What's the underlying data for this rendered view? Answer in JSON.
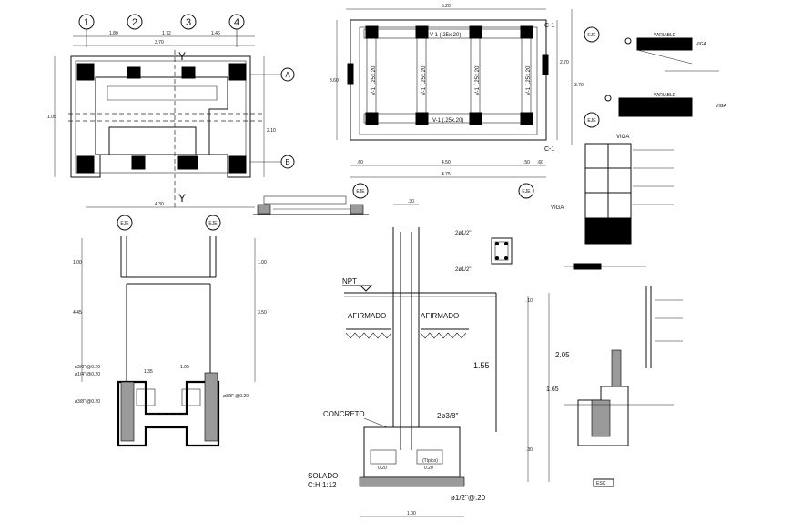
{
  "plan": {
    "axes": [
      "1",
      "2",
      "3",
      "4"
    ],
    "axis_letters": [
      "A",
      "B"
    ],
    "top_dims": [
      "1.80",
      "1.72",
      "1.46"
    ],
    "overall_dim": "3.70",
    "bottom_dim": "4.30",
    "side_dims": [
      "1.05",
      "2.10"
    ],
    "section_mark": "Y"
  },
  "frame": {
    "top_dim": "5.20",
    "right_dims": [
      "2.70",
      "3.70"
    ],
    "bottom_dims": [
      ".60",
      "4.50",
      ".50",
      ".60"
    ],
    "overall_bottom": "4.75",
    "left_dim": "3.60",
    "beam_labels": [
      "V-1 (.25x.20)",
      "V-1 (.25x.20)",
      "V-1 (.25x.20)",
      "V-1 (.25x.20)",
      "V-1 (.25x.20)",
      "V-1 (.25x.20)"
    ],
    "column_label": "C-1",
    "eje_labels": [
      "EJE",
      "EJE",
      "EJE",
      "EJE"
    ]
  },
  "details": {
    "variable_label_1": "VARIABLE",
    "variable_label_2": "VARIABLE",
    "viga_label_1": "VIGA",
    "viga_label_2": "VIGA",
    "viga_label_3": "VIGA",
    "viga_label_4": "VIGA"
  },
  "foundation_section": {
    "npt": "NPT",
    "afirmado_left": "AFIRMADO",
    "afirmado_right": "AFIRMADO",
    "concreto": "CONCRETO",
    "solado": "SOLADO",
    "mix": "C:H 1:12",
    "bar_label": "2ø3/8\"",
    "dim_155": "1.55",
    "dim_205": "2.05",
    "dim_165": "1.65",
    "dim_10": ".10",
    "dim_30": ".30",
    "bottom_dim": "1.00",
    "bottom_bars": "ø1/2\"@.20",
    "typ": "(Típico)",
    "typ_dim": "0.20",
    "left_dim_small": "0.20",
    "top_width": ".30",
    "col_rebar_top": "2ø1/2\"",
    "col_rebar_bottom": "2ø1/2\""
  },
  "elevation": {
    "eje_1": "EJE",
    "eje_2": "EJE",
    "left_dim_top": "1.00",
    "left_dim_mid": "4.45",
    "right_dim_top": "1.00",
    "right_dim_mid": "3.50",
    "rebar_1": "ø3/8\" @0.20",
    "rebar_2": "ø1/4\" @0.20",
    "rebar_3": "ø3/8\" @0.20",
    "rebar_right": "ø3/8\" @0.20",
    "dim_a": "1.35",
    "dim_b": "1.05"
  },
  "scale_mark": "ESC"
}
